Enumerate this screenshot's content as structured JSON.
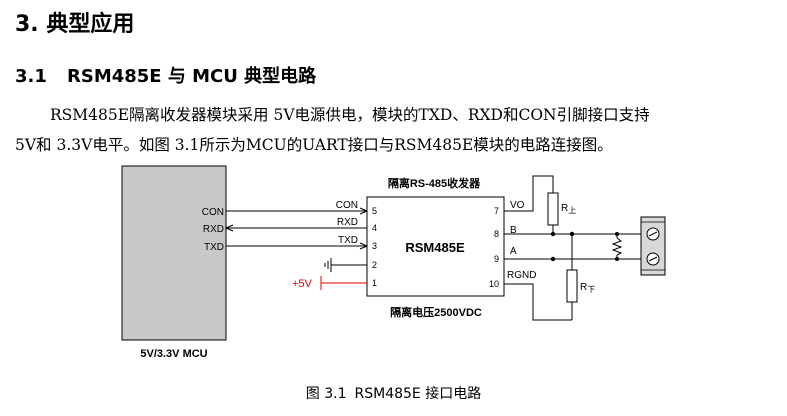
{
  "section_title": "3. 典型应用",
  "subsection": {
    "number": "3.1",
    "title": "RSM485E 与 MCU 典型电路"
  },
  "paragraph": {
    "line1": "RSM485E隔离收发器模块采用 5V电源供电，模块的TXD、RXD和CON引脚接口支持",
    "line2": "5V和 3.3V电平。如图 3.1所示为MCU的UART接口与RSM485E模块的电路连接图。"
  },
  "diagram": {
    "mcu": {
      "label": "5V/3.3V MCU",
      "pins": [
        "CON",
        "RXD",
        "TXD"
      ]
    },
    "module": {
      "header": "隔离RS-485收发器",
      "name": "RSM485E",
      "footer": "隔离电压2500VDC",
      "left_pins": [
        {
          "num": "5",
          "name": "CON"
        },
        {
          "num": "4",
          "name": "RXD"
        },
        {
          "num": "3",
          "name": "TXD"
        },
        {
          "num": "2",
          "name": ""
        },
        {
          "num": "1",
          "name": ""
        }
      ],
      "right_pins": [
        {
          "num": "7",
          "name": "VO"
        },
        {
          "num": "8",
          "name": "B"
        },
        {
          "num": "9",
          "name": "A"
        },
        {
          "num": "10",
          "name": "RGND"
        }
      ]
    },
    "power_label": "+5V",
    "resistor_upper": {
      "main": "R",
      "sub": "上"
    },
    "resistor_lower": {
      "main": "R",
      "sub": "下"
    },
    "colors": {
      "power": "#e00000",
      "terminal_fill": "#d8d8d8",
      "mcu_fill": "#c8c8c8"
    }
  },
  "caption": {
    "label": "图 3.1",
    "text": "RSM485E 接口电路"
  }
}
